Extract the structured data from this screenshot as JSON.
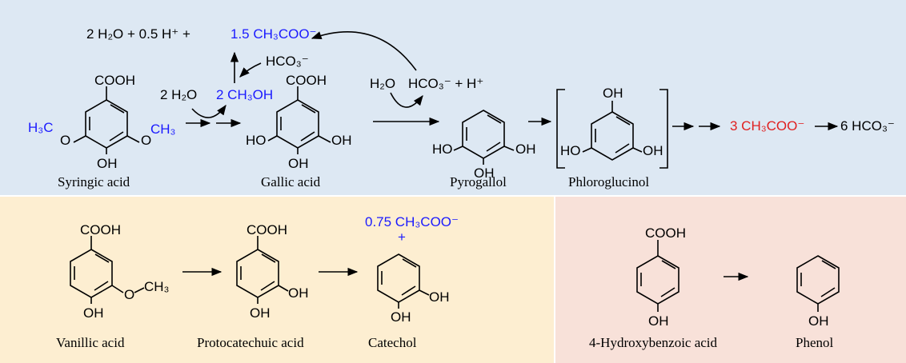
{
  "colors": {
    "top_panel": "#dde8f3",
    "bottom_left_panel": "#fdeed1",
    "bottom_right_panel": "#f8e1d9",
    "blue_text": "#1a1aff",
    "red_text": "#e02020"
  },
  "top": {
    "syringic_label": "Syringic acid",
    "gallic_label": "Gallic acid",
    "pyrogallol_label": "Pyrogallol",
    "phloroglucinol_label": "Phloroglucinol",
    "cooh": "COOH",
    "oh": "OH",
    "ho": "HO",
    "h3c": "H₃C",
    "o": "O",
    "ch3": "CH₃",
    "eq_prefix": "2 H₂O + 0.5 H⁺ +",
    "eq_acetate": "1.5 CH₃COO⁻",
    "hco3": "HCO₃⁻",
    "two_h2o": "2 H₂O",
    "two_ch3oh": "2 CH₃OH",
    "h2o": "H₂O",
    "hco3_h": "HCO₃⁻ + H⁺",
    "three_acetate": "3 CH₃COO⁻",
    "six_hco3": "6 HCO₃⁻"
  },
  "bottom_left": {
    "vanillic_label": "Vanillic acid",
    "protocatechuic_label": "Protocatechuic acid",
    "catechol_label": "Catechol",
    "acetate": "0.75 CH₃COO⁻",
    "plus": "+"
  },
  "bottom_right": {
    "hydroxybenzoic_label": "4-Hydroxybenzoic acid",
    "phenol_label": "Phenol"
  }
}
